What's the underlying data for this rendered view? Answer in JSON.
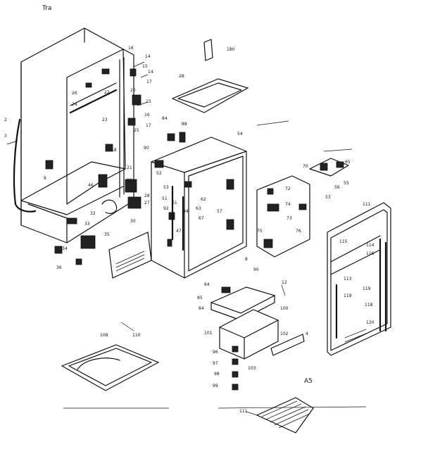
{
  "labels": [
    "Tra",
    "16",
    "14",
    "15",
    "17",
    "14",
    "20",
    "22",
    "23",
    "24",
    "25",
    "26",
    "15",
    "17",
    "16",
    "2",
    "3",
    "9",
    "46",
    "18",
    "21",
    "22",
    "28",
    "27",
    "32",
    "34",
    "35",
    "36",
    "30",
    "33",
    "180",
    "28",
    "54",
    "84",
    "88",
    "90",
    "52",
    "53",
    "51",
    "61",
    "92",
    "94",
    "62",
    "63",
    "67",
    "57",
    "47",
    "74",
    "73",
    "72",
    "75",
    "76",
    "70",
    "65",
    "56",
    "55",
    "53",
    "90",
    "8",
    "111",
    "115",
    "114",
    "116",
    "113",
    "119",
    "118",
    "120",
    "119",
    "64",
    "12",
    "85",
    "84",
    "100",
    "101",
    "102",
    "4",
    "96",
    "97",
    "98",
    "99",
    "103",
    "108",
    "110",
    "111",
    "A5"
  ]
}
